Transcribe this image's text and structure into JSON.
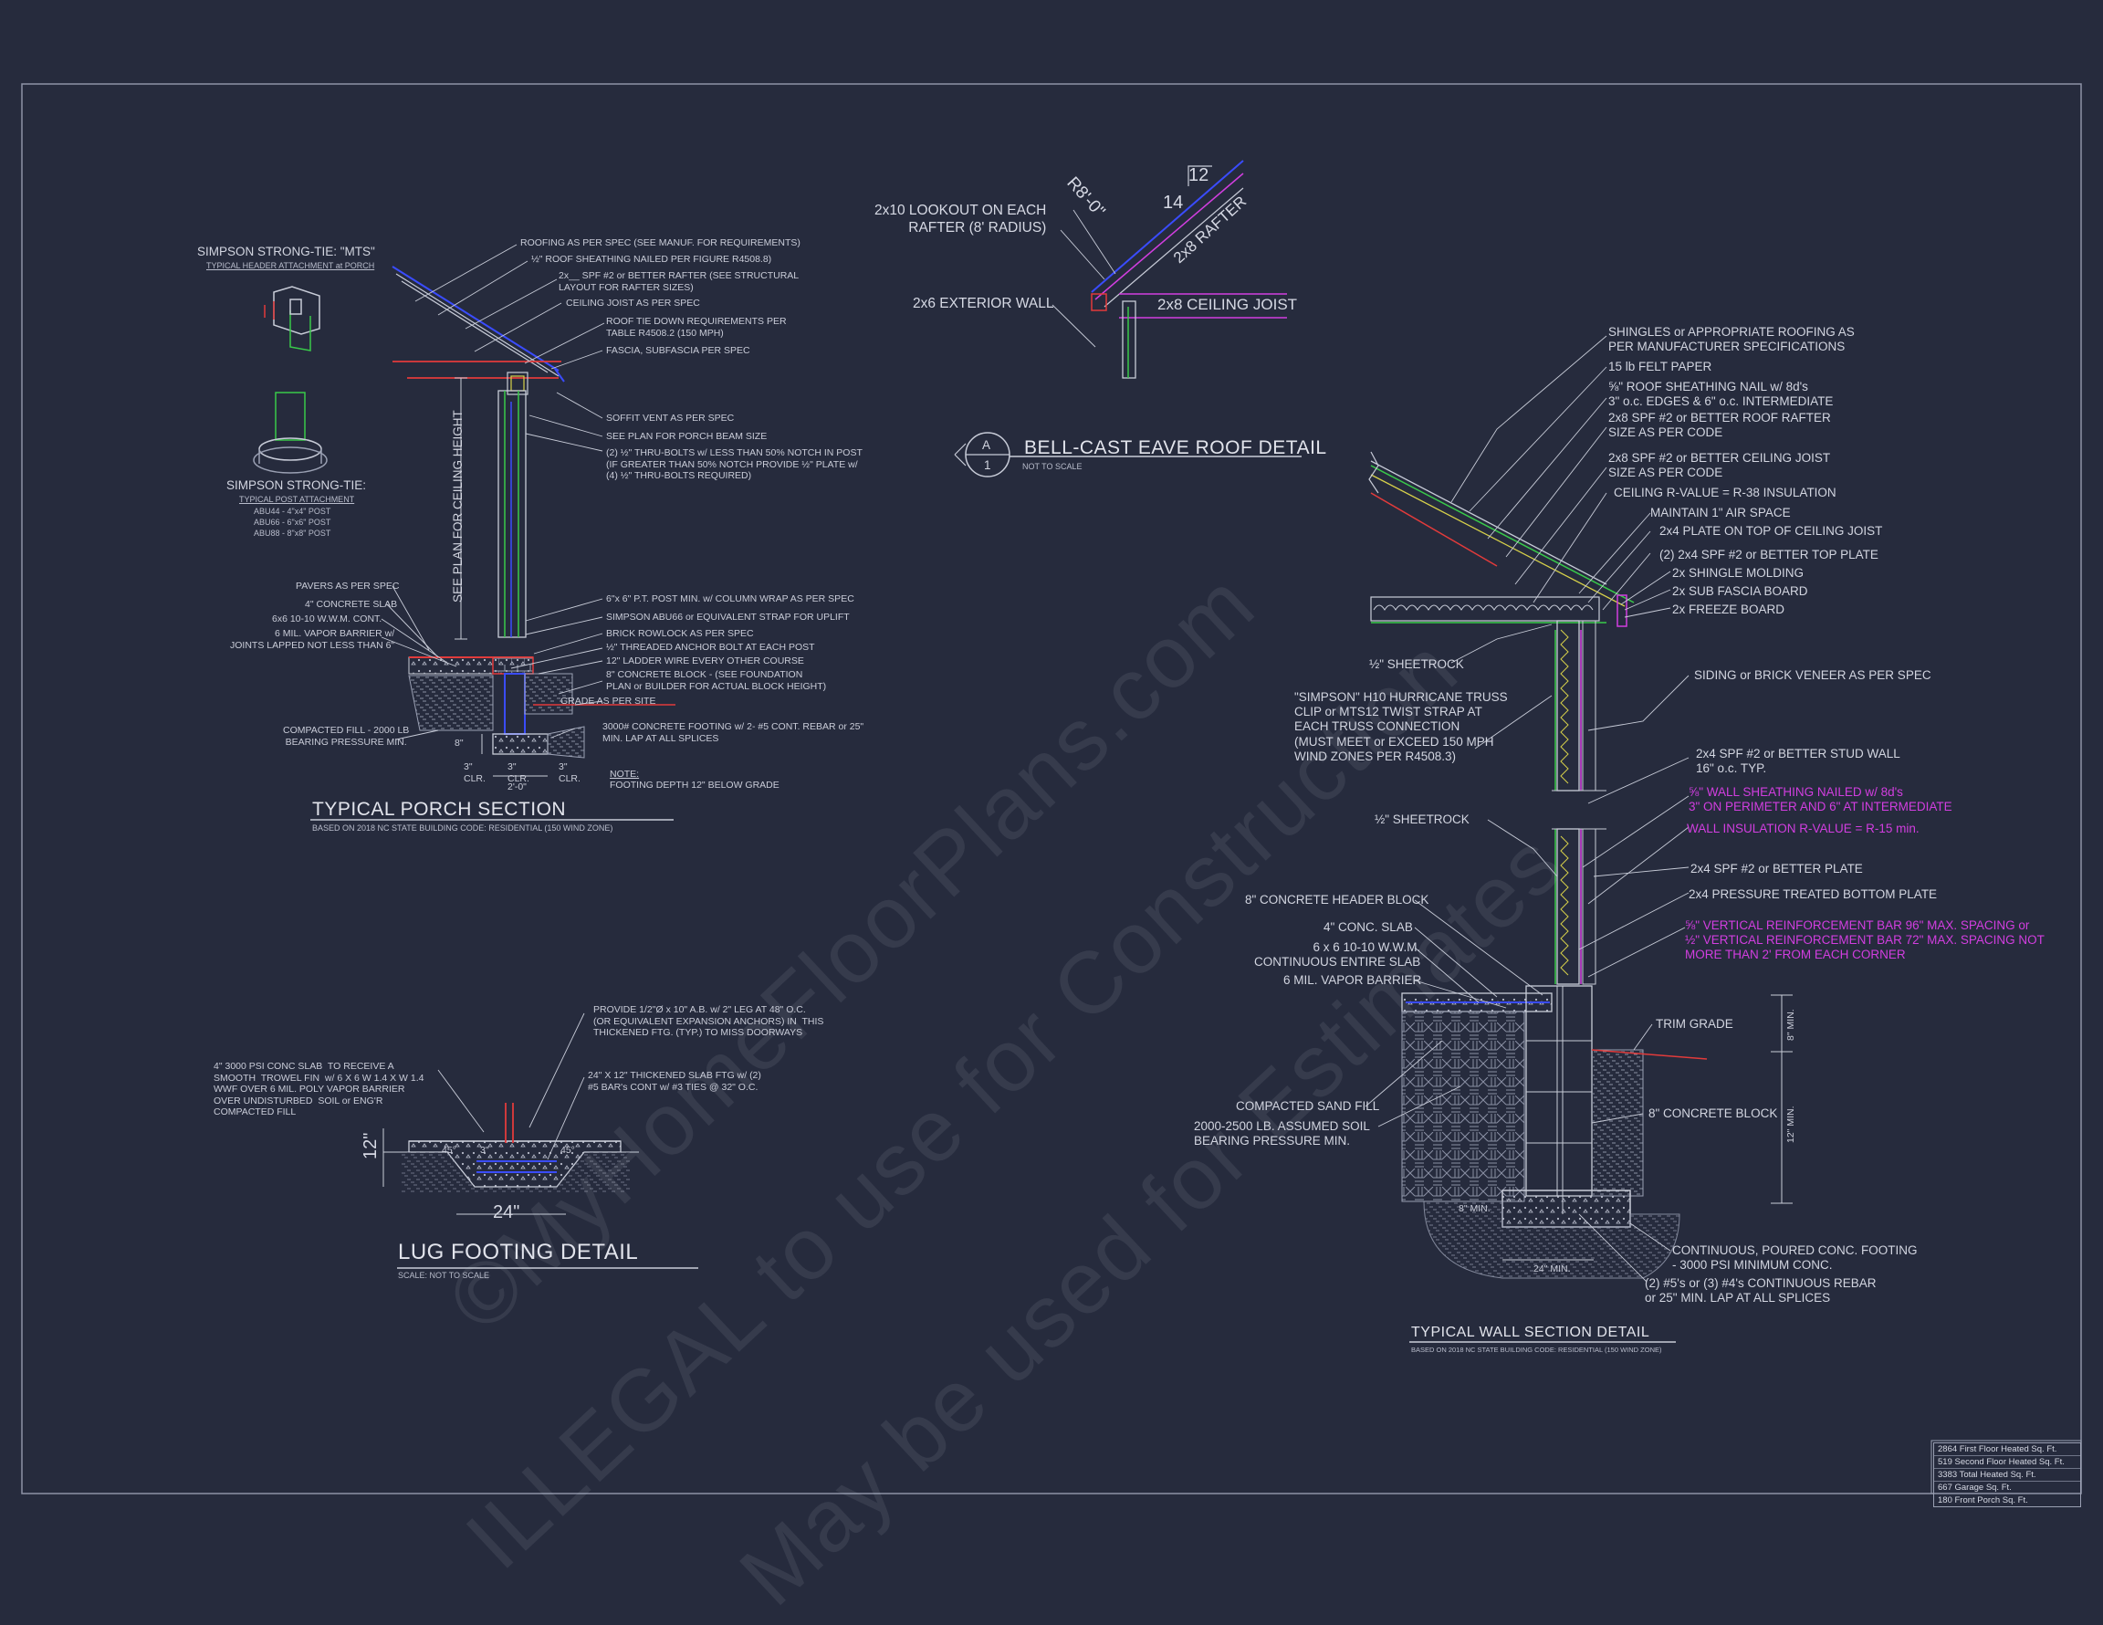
{
  "porch": {
    "simpson_mts_title": "SIMPSON STRONG-TIE: \"MTS\"",
    "simpson_mts_sub": "TYPICAL HEADER ATTACHMENT at PORCH",
    "simpson_post_title": "SIMPSON STRONG-TIE:",
    "simpson_post_sub": "TYPICAL POST ATTACHMENT",
    "simpson_post_items": [
      "ABU44 - 4\"x4\" POST",
      "ABU66 - 6\"x6\" POST",
      "ABU88 - 8\"x8\" POST"
    ],
    "callouts_right": [
      "ROOFING AS PER SPEC (SEE MANUF. FOR REQUIREMENTS)",
      "½\" ROOF SHEATHING NAILED PER FIGURE R4508.8)",
      "2x__ SPF #2 or BETTER RAFTER (SEE STRUCTURAL\nLAYOUT FOR RAFTER SIZES)",
      "CEILING JOIST AS PER SPEC",
      "ROOF TIE DOWN REQUIREMENTS PER\nTABLE R4508.2 (150 MPH)",
      "FASCIA, SUBFASCIA PER SPEC",
      "SOFFIT VENT AS PER SPEC",
      "SEE PLAN FOR PORCH BEAM SIZE",
      "(2) ½\" THRU-BOLTS w/ LESS THAN 50% NOTCH IN POST\n(IF GREATER THAN 50% NOTCH PROVIDE ½\" PLATE w/\n(4) ½\" THRU-BOLTS REQUIRED)",
      "6\"x 6\" P.T. POST MIN. w/ COLUMN WRAP AS PER SPEC",
      "SIMPSON ABU66 or EQUIVALENT STRAP FOR UPLIFT",
      "BRICK ROWLOCK AS PER SPEC",
      "½\" THREADED ANCHOR BOLT AT EACH POST",
      "12\" LADDER WIRE EVERY OTHER COURSE",
      "8\" CONCRETE BLOCK - (SEE FOUNDATION\nPLAN or BUILDER FOR ACTUAL BLOCK HEIGHT)",
      "GRADE AS PER SITE",
      "3000# CONCRETE FOOTING w/ 2- #5 CONT. REBAR or 25\"\nMIN. LAP AT ALL SPLICES"
    ],
    "callouts_left": [
      "PAVERS AS PER SPEC",
      "4\" CONCRETE SLAB",
      "6x6 10-10 W.W.M. CONT.",
      "6 MIL. VAPOR BARRIER w/\nJOINTS LAPPED NOT LESS THAN 6\"",
      "COMPACTED FILL - 2000 LB\nBEARING PRESSURE MIN."
    ],
    "vertical_label": "SEE PLAN FOR CEILING HEIGHT",
    "dims": [
      "8\"",
      "3\"\nCLR.",
      "3\"\nCLR.",
      "3\"\nCLR.",
      "2'-0\""
    ],
    "note_head": "NOTE:",
    "note_body": "FOOTING DEPTH 12\" BELOW GRADE",
    "title": "TYPICAL PORCH SECTION",
    "subtitle": "BASED ON 2018 NC STATE BUILDING CODE: RESIDENTIAL (150 WIND ZONE)"
  },
  "lug": {
    "callout_slab": "4\" 3000 PSI CONC SLAB  TO RECEIVE A\nSMOOTH  TROWEL FIN  w/ 6 X 6 W 1.4 X W 1.4\nWWF OVER 6 MIL. POLY VAPOR BARRIER\nOVER UNDISTURBED  SOIL or ENG'R\nCOMPACTED FILL",
    "callout_ab": "PROVIDE 1/2\"Ø x 10\" A.B. w/ 2\" LEG AT 48\" O.C.\n(OR EQUIVALENT EXPANSION ANCHORS) IN  THIS\nTHICKENED FTG. (TYP.) TO MISS DOORWAYS",
    "callout_ftg": "24\" X 12\" THICKENED SLAB FTG w/ (2)\n#5 BAR's CONT w/ #3 TIES @ 32\" O.C.",
    "dim_h": "12\"",
    "dim_w": "24\"",
    "angle_l": "45°",
    "angle_r": "45°",
    "dim_3": "3\"",
    "title": "LUG FOOTING DETAIL",
    "subtitle": "SCALE: NOT TO SCALE"
  },
  "eave": {
    "lookout": "2x10 LOOKOUT ON EACH\nRAFTER (8' RADIUS)",
    "ext_wall": "2x6 EXTERIOR WALL",
    "radius": "R8'-0\"",
    "pitch_rise": "14",
    "pitch_run": "12",
    "rafter": "2x8 RAFTER",
    "joist": "2x8 CEILING JOIST",
    "tag_top": "A",
    "tag_bottom": "1",
    "title": "BELL-CAST EAVE ROOF DETAIL",
    "subtitle": "NOT TO SCALE"
  },
  "wall": {
    "roof_callouts": [
      "SHINGLES or APPROPRIATE ROOFING AS\nPER MANUFACTURER SPECIFICATIONS",
      "15 lb FELT PAPER",
      "⅝\" ROOF SHEATHING NAIL w/ 8d's\n3\" o.c. EDGES & 6\" o.c. INTERMEDIATE",
      "2x8 SPF #2 or BETTER ROOF RAFTER\nSIZE AS PER CODE",
      "2x8 SPF #2 or BETTER CEILING JOIST\nSIZE AS PER CODE",
      "CEILING R-VALUE = R-38 INSULATION",
      "MAINTAIN 1\" AIR SPACE",
      "2x4 PLATE ON TOP OF CEILING JOIST",
      "(2) 2x4 SPF #2 or BETTER TOP PLATE",
      "2x SHINGLE MOLDING",
      "2x SUB FASCIA BOARD",
      "2x FREEZE BOARD"
    ],
    "sheetrock_top": "½\" SHEETROCK",
    "siding": "SIDING or BRICK VENEER AS PER SPEC",
    "hurricane": "\"SIMPSON\" H10 HURRICANE TRUSS\nCLIP or MTS12 TWIST STRAP AT\nEACH TRUSS CONNECTION\n(MUST MEET or EXCEED 150 MPH\nWIND ZONES PER R4508.3)",
    "stud_wall": "2x4 SPF #2 or BETTER STUD WALL\n16\" o.c. TYP.",
    "wall_sheathing": "⅝\" WALL SHEATHING NAILED w/ 8d's\n3\" ON PERIMETER AND 6\" AT INTERMEDIATE",
    "wall_insulation": "WALL INSULATION R-VALUE = R-15 min.",
    "sheetrock_mid": "½\" SHEETROCK",
    "plate": "2x4 SPF #2 or BETTER PLATE",
    "pt_plate": "2x4 PRESSURE TREATED BOTTOM PLATE",
    "reinf": "⅝\" VERTICAL REINFORCEMENT BAR 96\" MAX. SPACING or\n½\" VERTICAL REINFORCEMENT BAR 72\" MAX. SPACING NOT\nMORE THAN 2' FROM EACH CORNER",
    "left_callouts": [
      "8\" CONCRETE HEADER BLOCK",
      "4\" CONC. SLAB",
      "6 x 6 10-10 W.W.M.\nCONTINUOUS ENTIRE SLAB",
      "6 MIL. VAPOR BARRIER"
    ],
    "trim_grade": "TRIM GRADE",
    "dim_8min": "8\" MIN.",
    "dim_12min": "12\" MIN.",
    "conc_block": "8\" CONCRETE BLOCK",
    "sand_fill": "COMPACTED SAND FILL",
    "soil": "2000-2500 LB. ASSUMED SOIL\nBEARING PRESSURE MIN.",
    "footing": "CONTINUOUS, POURED CONC. FOOTING\n- 3000 PSI MINIMUM CONC.",
    "rebar": "(2) #5's or (3) #4's CONTINUOUS REBAR\nor 25\" MIN. LAP AT ALL SPLICES",
    "dim_8": "8\" MIN.",
    "dim_24": "24\" MIN.",
    "title": "TYPICAL WALL SECTION DETAIL",
    "subtitle": "BASED ON 2018 NC STATE BUILDING CODE: RESIDENTIAL (150 WIND ZONE)"
  },
  "watermark": {
    "line1": "©MyHomeFloorPlans.com",
    "line2": "ILLEGAL to use for Construction",
    "line3": "May be used for Estimates"
  },
  "stats": [
    "2864 First Floor Heated Sq. Ft.",
    "519 Second Floor Heated Sq. Ft.",
    "3383 Total Heated Sq. Ft.",
    "667 Garage Sq. Ft.",
    "180 Front Porch Sq. Ft."
  ],
  "colors": {
    "background": "#262b3d",
    "line": "#c8ccd8",
    "red": "#e23b3b",
    "magenta": "#d23ee0",
    "green": "#39c94a",
    "blue": "#3a4cff",
    "yellow": "#d8d24a"
  }
}
